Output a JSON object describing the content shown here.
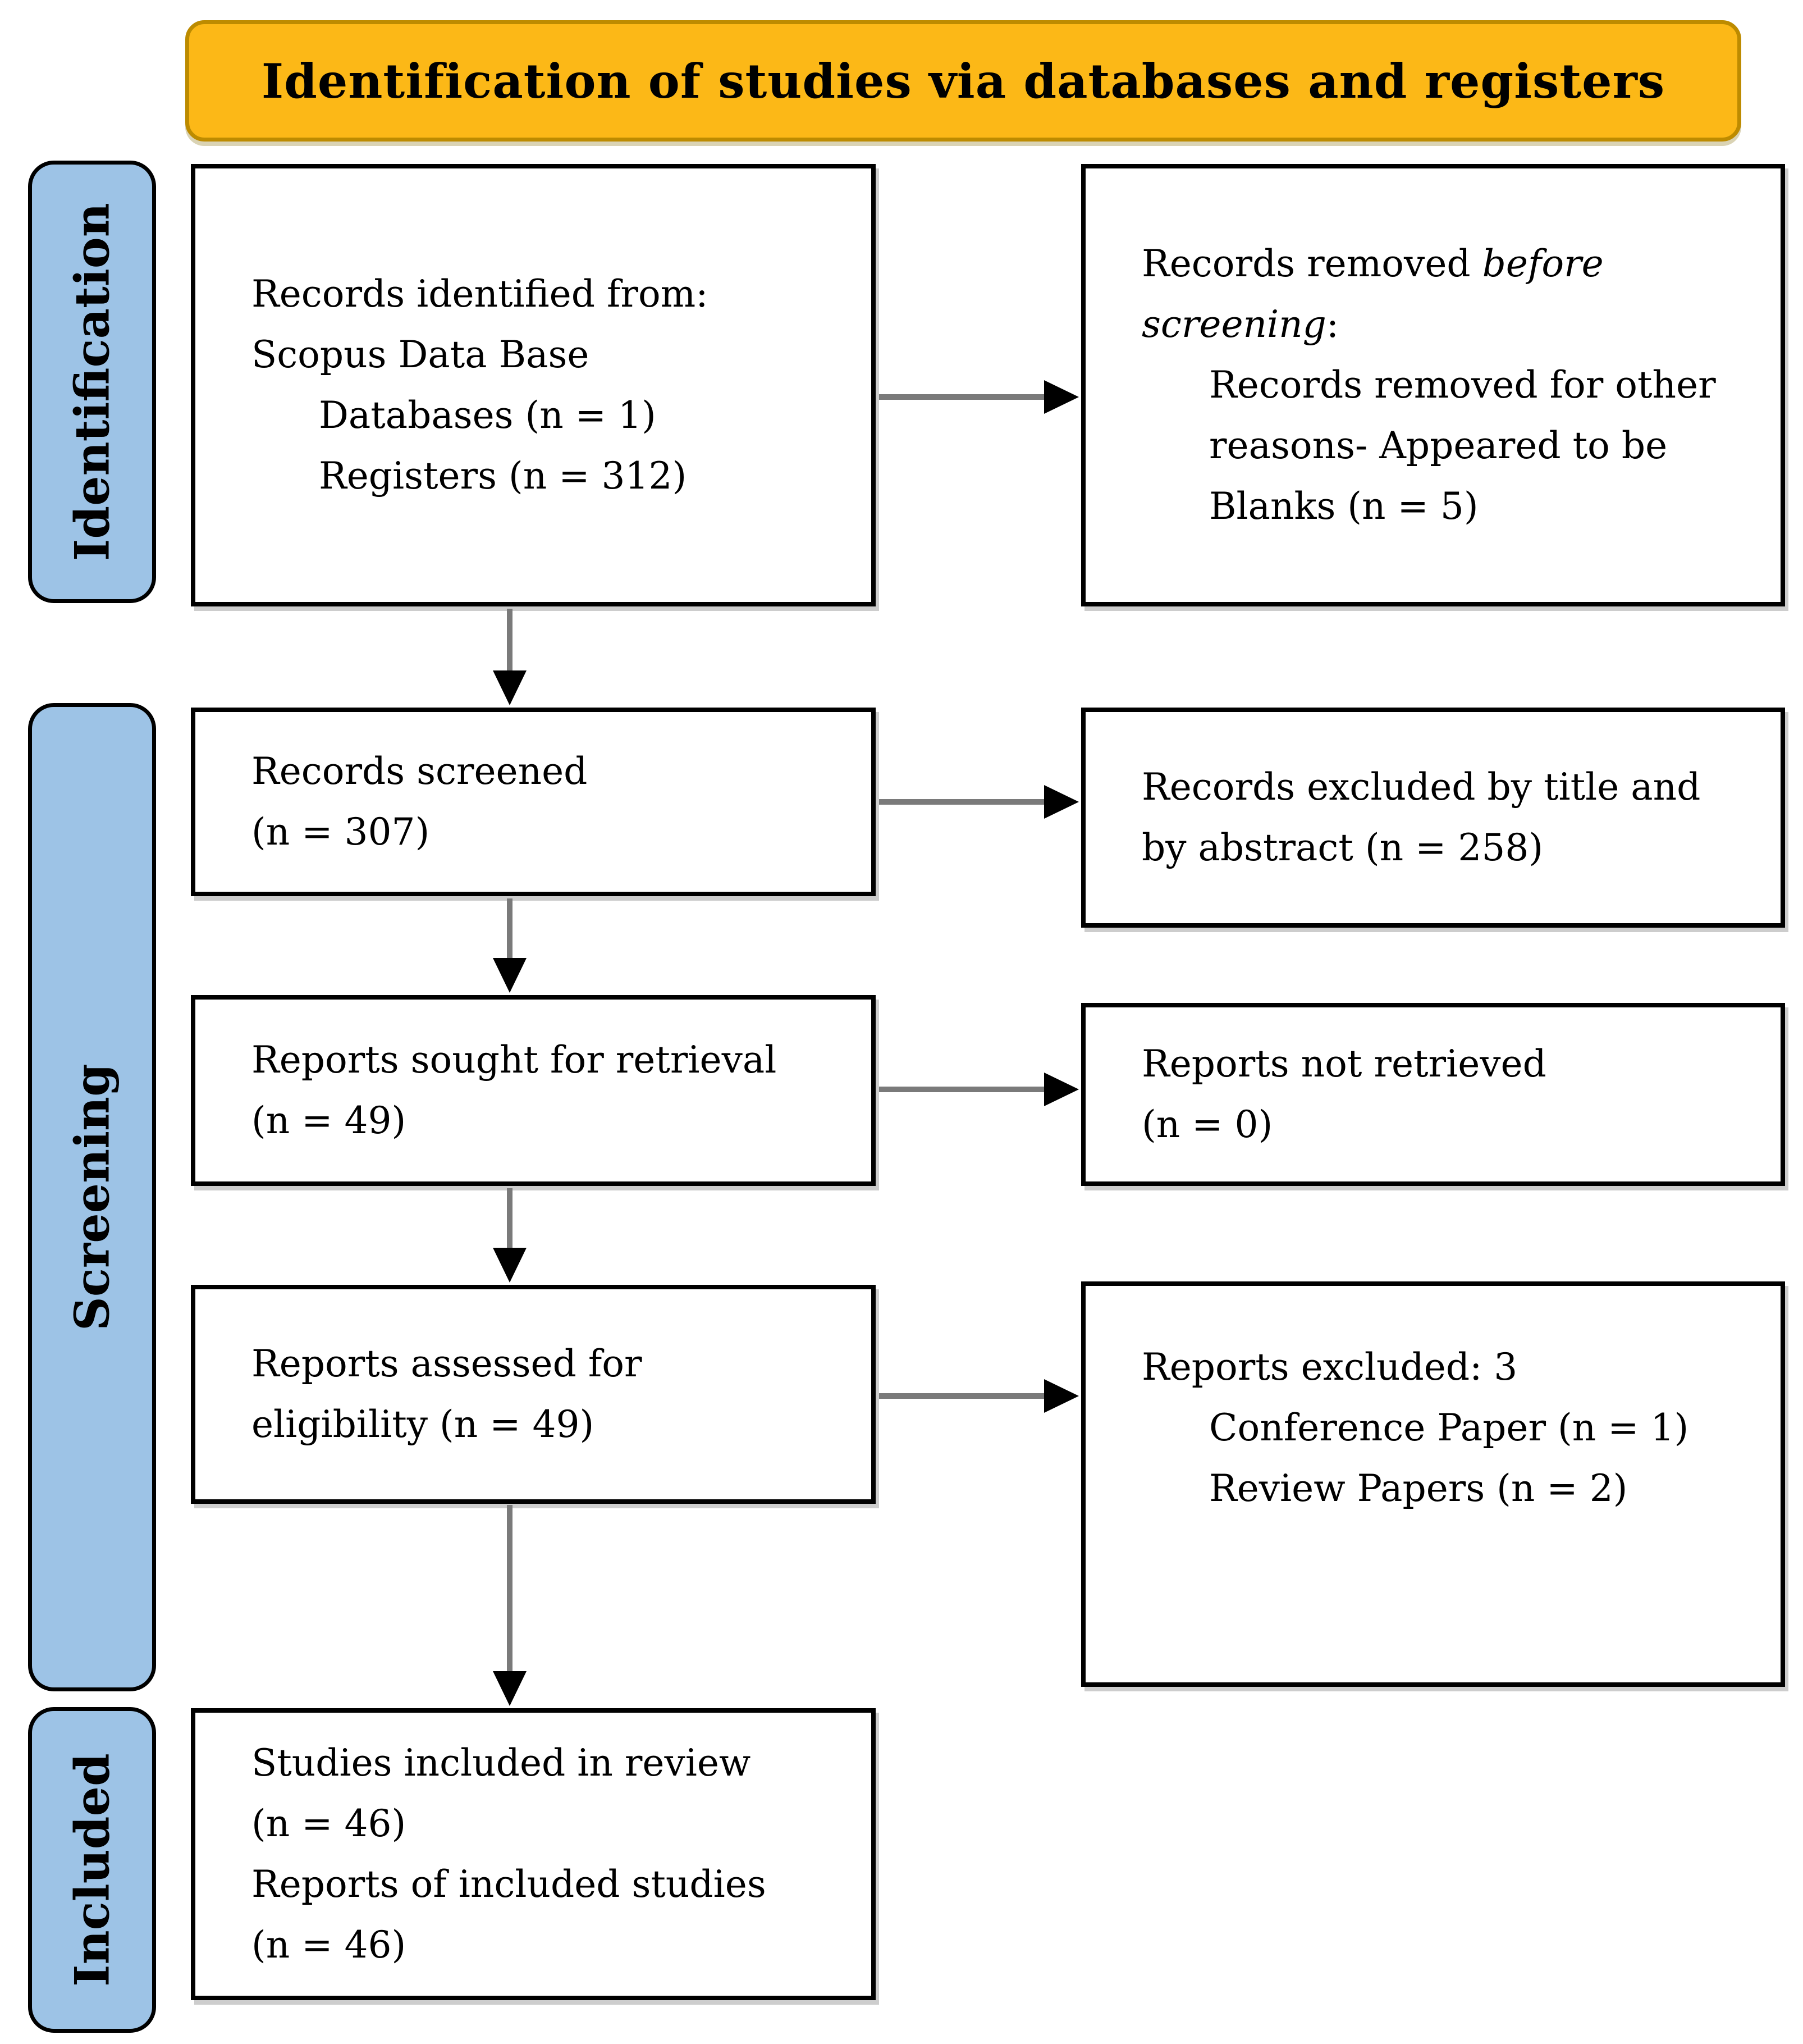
{
  "title": "Identification of studies via databases and registers",
  "stages": [
    "Identification",
    "Screening",
    "Included"
  ],
  "colors": {
    "banner_fill": "#FCB817",
    "banner_border": "#BD8B00",
    "stage_fill": "#9DC3E6",
    "stage_border": "#000000",
    "box_fill": "#FFFFFF",
    "box_border": "#000000",
    "arrow_shaft": "#7A7A7A",
    "arrow_head": "#000000",
    "text": "#000000"
  },
  "boxes": {
    "records_identified": {
      "line1": "Records identified from:",
      "line2": "Scopus Data Base",
      "line3": "Databases (n = 1)",
      "line4": "Registers (n = 312)"
    },
    "records_removed": {
      "line1_a": "Records removed ",
      "line1_b": "before",
      "line2_a": "screening",
      "line2_b": ":",
      "line3": "Records removed for other",
      "line4": "reasons- Appeared to be",
      "line5": "Blanks (n = 5)"
    },
    "records_screened": {
      "line1": "Records screened",
      "line2": "(n = 307)"
    },
    "records_excluded": {
      "line1": "Records excluded by title and",
      "line2": "by abstract (n = 258)"
    },
    "reports_sought": {
      "line1": "Reports sought for retrieval",
      "line2": "(n = 49)"
    },
    "reports_not_retrieved": {
      "line1": "Reports not retrieved",
      "line2": "(n = 0)"
    },
    "reports_assessed": {
      "line1": "Reports assessed for",
      "line2": "eligibility (n = 49)"
    },
    "reports_excluded": {
      "line1": "Reports excluded: 3",
      "line2": "Conference Paper (n = 1)",
      "line3": "Review Papers (n = 2)"
    },
    "studies_included": {
      "line1": "Studies included in review",
      "line2": "(n = 46)",
      "line3": "Reports of included studies",
      "line4": "(n = 46)"
    }
  }
}
